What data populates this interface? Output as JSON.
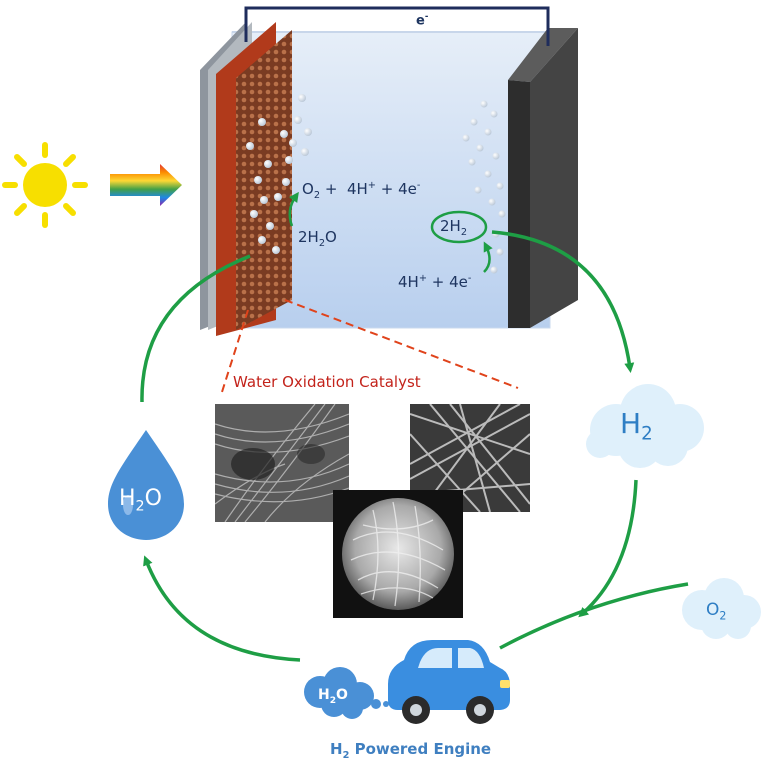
{
  "electron_label": {
    "base": "e",
    "sup": "-"
  },
  "anode_product": {
    "o2": "O",
    "o2_sub": "2",
    "plus1": "+",
    "h": "4H",
    "h_sup": "+",
    "plus2": "+",
    "e": "4e",
    "e_sup": "-"
  },
  "anode_reactant": {
    "pre": "2H",
    "sub": "2",
    "post": "O"
  },
  "cathode_product": {
    "base": "2H",
    "sub": "2"
  },
  "cathode_reactant": {
    "h": "4H",
    "h_sup": "+",
    "plus": "+",
    "e": "4e",
    "e_sup": "-"
  },
  "catalyst_title": "Water Oxidation Catalyst",
  "h2_cloud": {
    "base": "H",
    "sub": "2"
  },
  "o2_cloud": {
    "base": "O",
    "sub": "2"
  },
  "water_drop": {
    "base": "H",
    "sub": "2",
    "post": "O"
  },
  "exhaust": {
    "base": "H",
    "sub": "2",
    "post": "O"
  },
  "engine_label": {
    "base": "H",
    "sub": "2",
    "post": " Powered Engine"
  },
  "colors": {
    "cycle_arrow": "#1e9e45",
    "wire": "#1f2d5c",
    "electrolyte": "#cfe0f3",
    "catalyst_label": "#c3231b",
    "cloud": "#dff0fb",
    "drop": "#4a90d6",
    "car": "#3a8ee0",
    "sun": "#f7df00"
  },
  "icons": [
    "sun-icon",
    "rainbow-arrow-icon",
    "water-drop-icon",
    "h2-cloud-icon",
    "o2-cloud-icon",
    "car-icon",
    "exhaust-cloud-icon"
  ]
}
